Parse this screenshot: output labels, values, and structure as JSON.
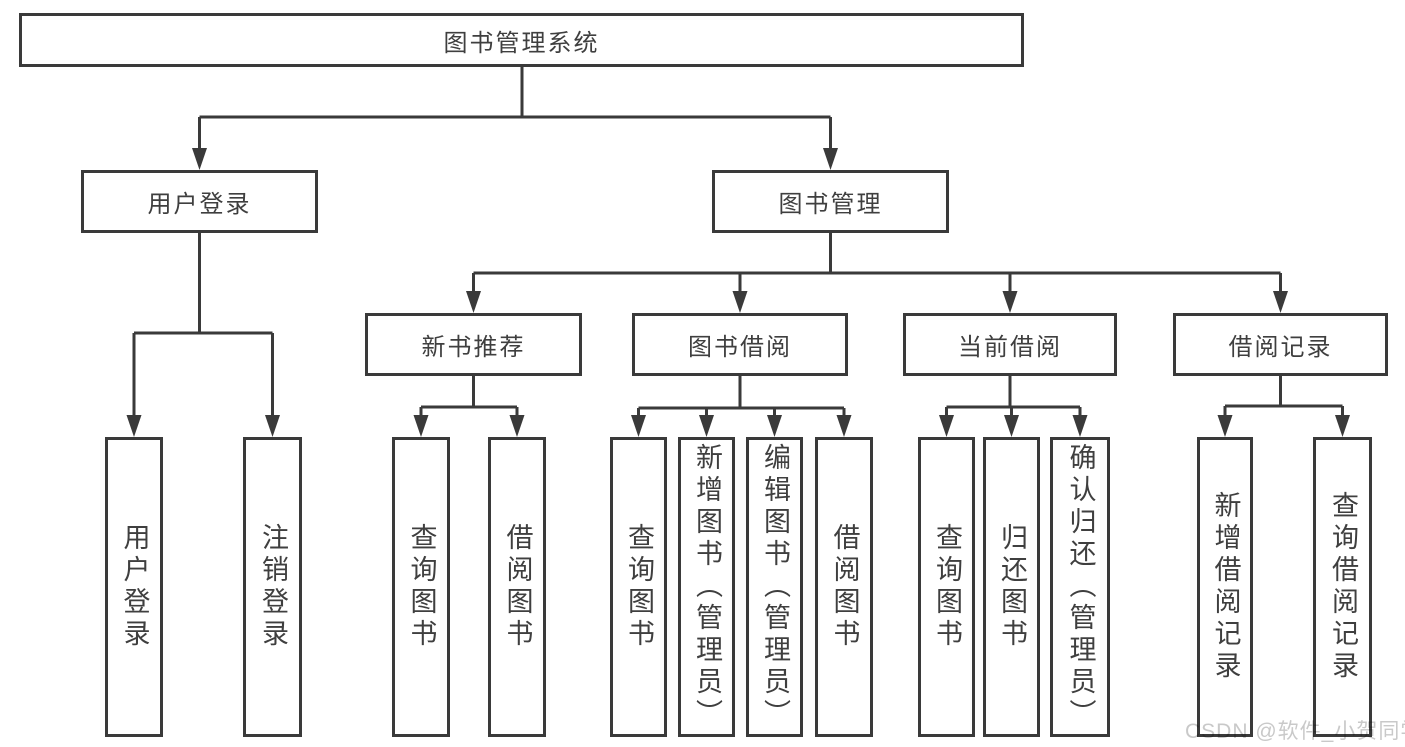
{
  "diagram": {
    "type": "tree-functional-structure",
    "title": "图书管理系统",
    "watermark": "CSDN @软件_小贺同学",
    "colors": {
      "line": "#3a3a3a",
      "text": "#3f3f3f",
      "background": "#ffffff",
      "watermark": "#c9c9c9"
    },
    "nodes": {
      "root": {
        "label": "图书管理系统"
      },
      "user_login": {
        "label": "用户登录"
      },
      "book_mgmt": {
        "label": "图书管理"
      },
      "new_book_rec": {
        "label": "新书推荐"
      },
      "book_borrow": {
        "label": "图书借阅"
      },
      "current_borrow": {
        "label": "当前借阅"
      },
      "borrow_record": {
        "label": "借阅记录"
      },
      "leaf_user_login": {
        "label": "用户登录"
      },
      "leaf_logout": {
        "label": "注销登录"
      },
      "leaf_query_book_1": {
        "label": "查询图书"
      },
      "leaf_borrow_book_1": {
        "label": "借阅图书"
      },
      "leaf_query_book_2": {
        "label": "查询图书"
      },
      "leaf_add_book": {
        "label": "新增图书（管理员）"
      },
      "leaf_edit_book": {
        "label": "编辑图书（管理员）"
      },
      "leaf_borrow_book_2": {
        "label": "借阅图书"
      },
      "leaf_query_book_3": {
        "label": "查询图书"
      },
      "leaf_return_book": {
        "label": "归还图书"
      },
      "leaf_confirm_return": {
        "label": "确认归还（管理员）"
      },
      "leaf_add_record": {
        "label": "新增借阅记录"
      },
      "leaf_query_record": {
        "label": "查询借阅记录"
      }
    },
    "hierarchy": {
      "图书管理系统": {
        "用户登录": [
          "用户登录",
          "注销登录"
        ],
        "图书管理": {
          "新书推荐": [
            "查询图书",
            "借阅图书"
          ],
          "图书借阅": [
            "查询图书",
            "新增图书（管理员）",
            "编辑图书（管理员）",
            "借阅图书"
          ],
          "当前借阅": [
            "查询图书",
            "归还图书",
            "确认归还（管理员）"
          ],
          "借阅记录": [
            "新增借阅记录",
            "查询借阅记录"
          ]
        }
      }
    }
  }
}
